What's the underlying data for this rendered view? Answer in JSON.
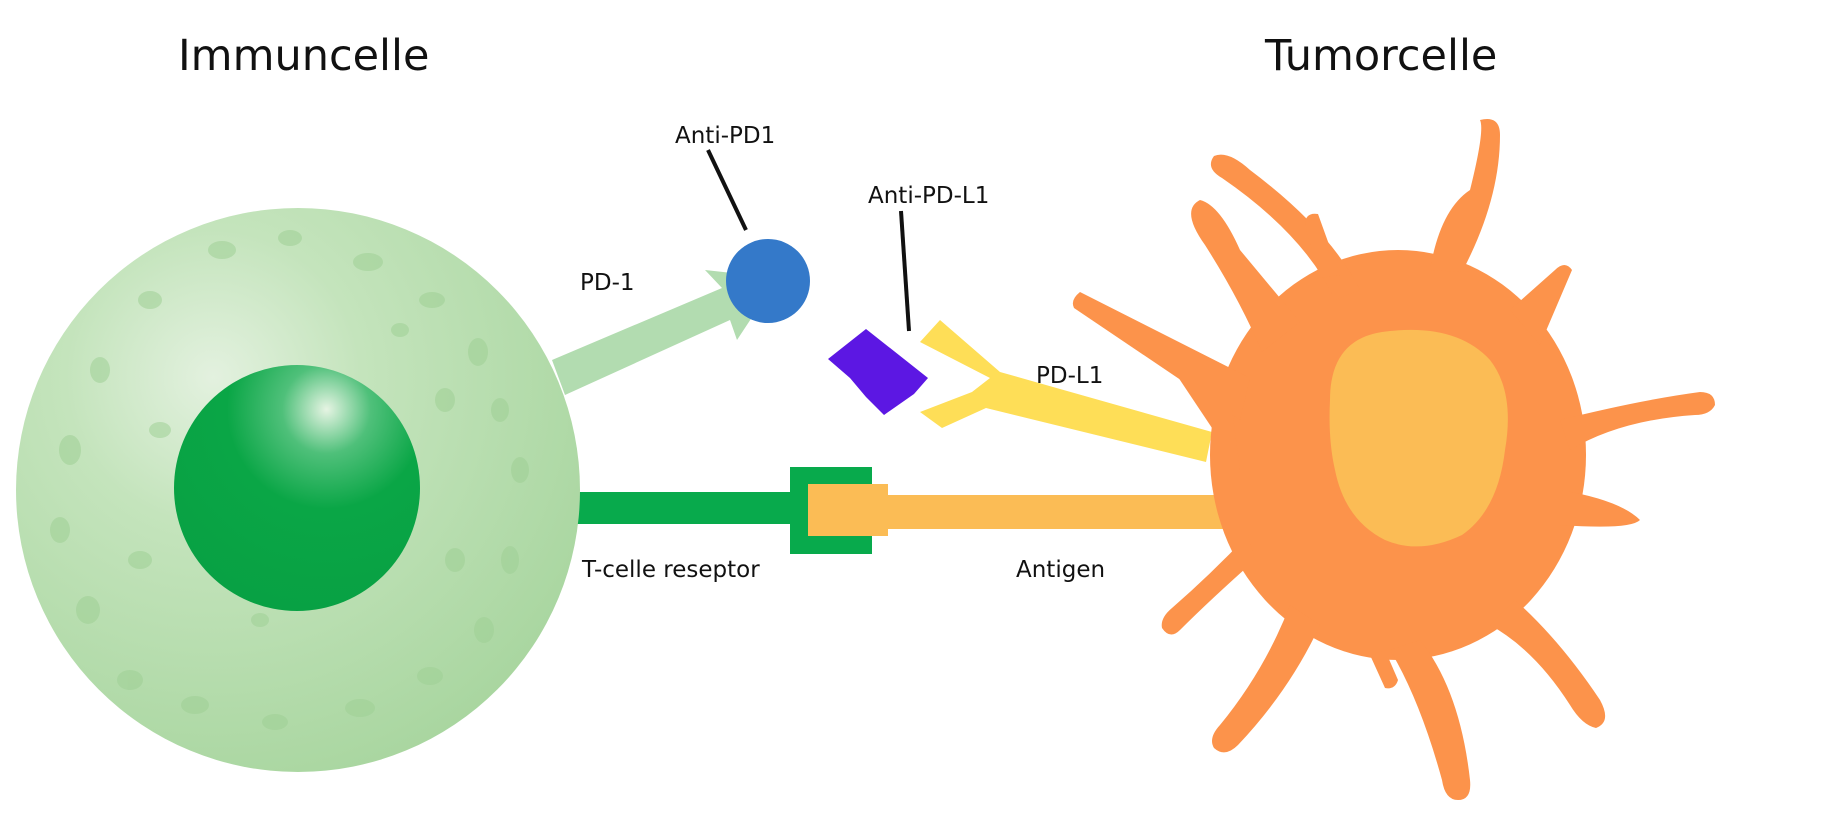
{
  "titles": {
    "immune_cell": "Immuncelle",
    "tumor_cell": "Tumorcelle"
  },
  "labels": {
    "anti_pd1": "Anti-PD1",
    "anti_pd_l1": "Anti-PD-L1",
    "pd_1": "PD-1",
    "pd_l1": "PD-L1",
    "t_cell_receptor": "T-celle reseptor",
    "antigen": "Antigen"
  },
  "colors": {
    "immune_cell_body": "#b3dbaa",
    "immune_cell_nucleus": "#0aa646",
    "pd_1_arrow": "#b2dcb0",
    "t_cell_receptor": "#08aa4c",
    "anti_pd1": "#3479c9",
    "anti_pd_l1": "#5c17e3",
    "pd_l1": "#fede57",
    "antigen": "#fbbc55",
    "tumor_cell_body": "#fc934b",
    "tumor_cell_nucleus": "#fbbc55"
  },
  "icons": {
    "immune_cell": "immune-cell-icon",
    "tumor_cell": "tumor-cell-icon",
    "anti_pd1": "anti-pd1-circle-icon",
    "anti_pd_l1": "anti-pd-l1-diamond-icon"
  }
}
